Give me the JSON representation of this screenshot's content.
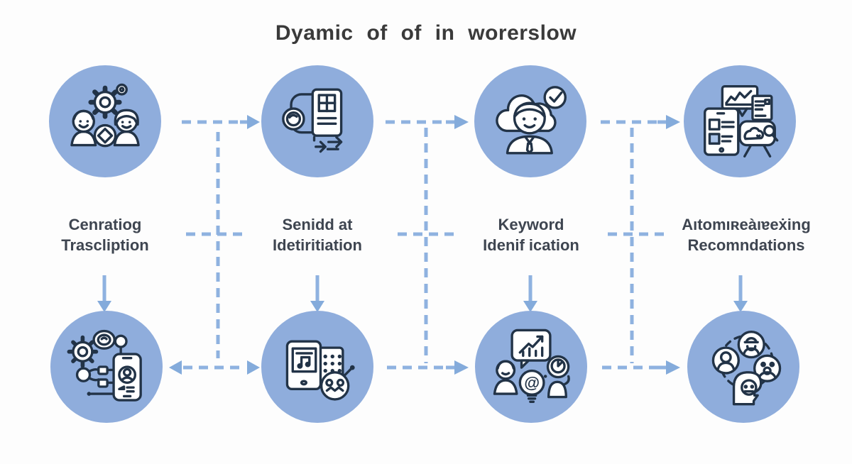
{
  "title": "Dyamic of of in worerslow",
  "palette": {
    "background": "#fdfdfd",
    "circle_fill": "#8faddc",
    "arrow_blue": "#84abdb",
    "dash_blue": "#8fb2e0",
    "icon_stroke": "#223347",
    "title_color": "#3a3a3a",
    "label_color": "#3e4550"
  },
  "columns": [
    {
      "label_line1": "Cenratiog",
      "label_line2": "Trascliption",
      "top_icon": "gear-people-collaboration-icon",
      "bottom_icon": "gear-flow-smartphone-icon"
    },
    {
      "label_line1": "Senidd at",
      "label_line2": "Idetiritiation",
      "top_icon": "document-scan-arrows-icon",
      "bottom_icon": "tablet-music-keypad-robot-icon"
    },
    {
      "label_line1": "Keyword",
      "label_line2": "Idenif ication",
      "top_icon": "person-cloud-checkmark-icon",
      "bottom_icon": "people-growth-chart-idea-icon"
    },
    {
      "label_line1": "Aıtomıʀeàıɐeẋing",
      "label_line2": "Recomndations",
      "top_icon": "analytics-devices-board-icon",
      "bottom_icon": "head-audience-network-icon"
    }
  ]
}
